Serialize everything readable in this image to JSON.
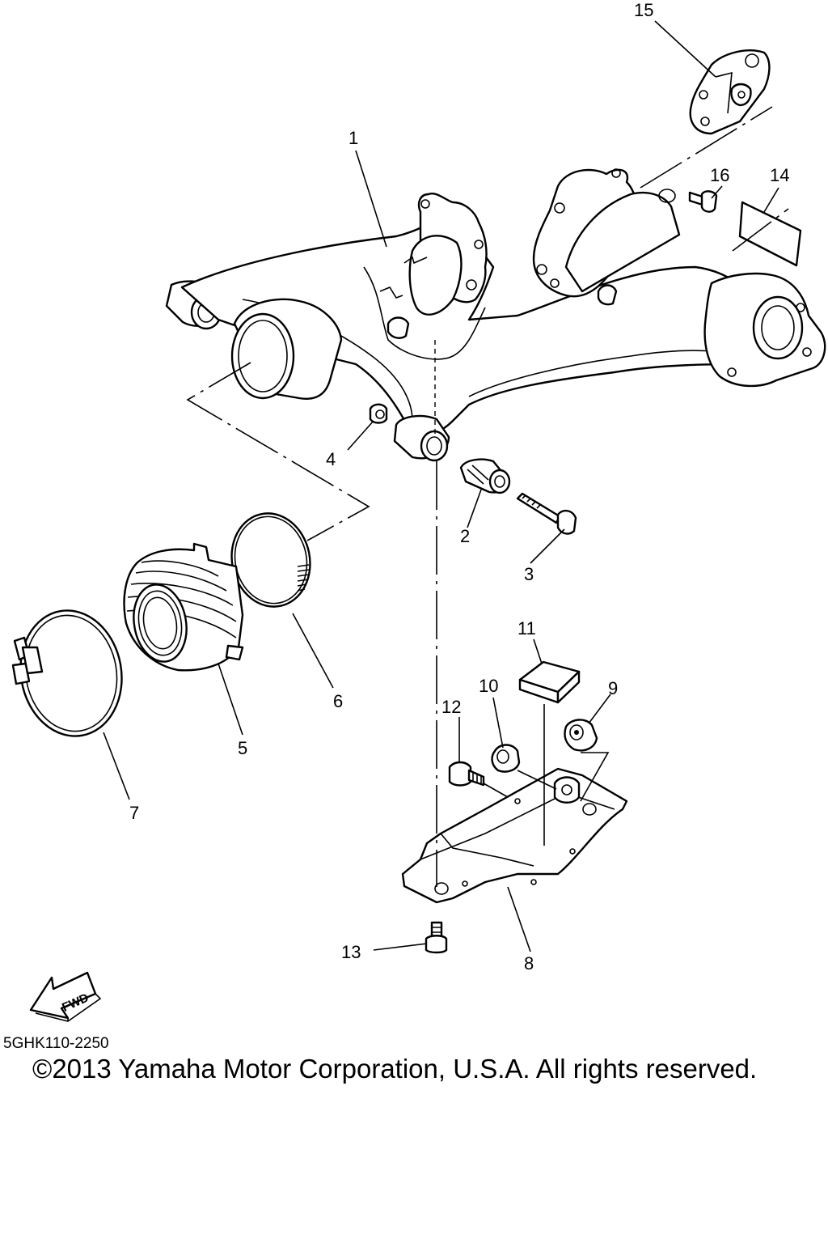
{
  "diagram": {
    "reference_code": "5GHK110-2250",
    "copyright": "©2013 Yamaha Motor Corporation, U.S.A. All rights reserved.",
    "direction_indicator": "FWD",
    "callouts": {
      "c1": "1",
      "c2": "2",
      "c3": "3",
      "c4": "4",
      "c5": "5",
      "c6": "6",
      "c7": "7",
      "c8": "8",
      "c9": "9",
      "c10": "10",
      "c11": "11",
      "c12": "12",
      "c13": "13",
      "c14": "14",
      "c15": "15",
      "c16": "16"
    }
  }
}
